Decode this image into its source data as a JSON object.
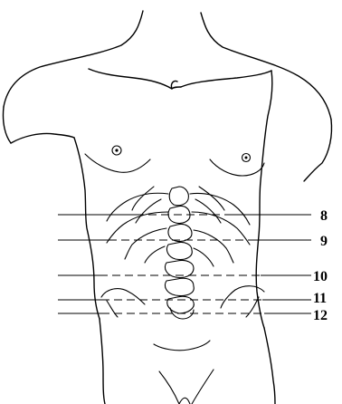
{
  "figure": {
    "levels": [
      {
        "label": "8"
      },
      {
        "label": "9"
      },
      {
        "label": "10"
      },
      {
        "label": "11"
      },
      {
        "label": "12"
      }
    ]
  }
}
